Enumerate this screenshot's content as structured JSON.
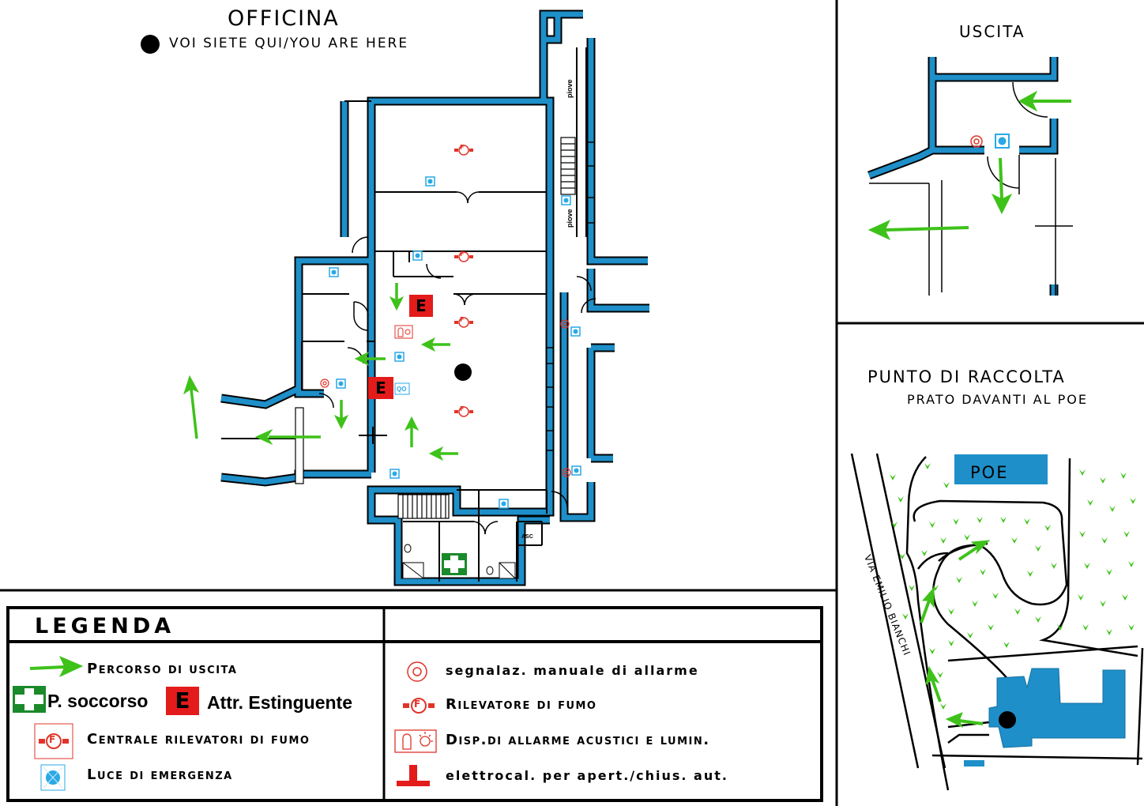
{
  "officina": {
    "title": "OFFICINA",
    "here_label": "VOI SIETE QUI/YOU ARE HERE",
    "piove_1": "piove",
    "piove_2": "piove",
    "asc": "ASC",
    "qo": "QO"
  },
  "uscita": {
    "title": "USCITA"
  },
  "raccolta": {
    "title": "PUNTO DI RACCOLTA",
    "subtitle": "PRATO DAVANTI AL POE",
    "building": "POE",
    "road": "VIA EMILIO BIANCHI"
  },
  "legend": {
    "title": "LEGENDA",
    "exit_path": "Percorso di uscita",
    "first_aid": "P. soccorso",
    "extinguisher": "Attr. Estinguente",
    "extinguisher_letter": "E",
    "smoke_central": "Centrale rilevatori di fumo",
    "emergency_light": "Luce di emergenza",
    "manual_alarm": "segnalaz. manuale di allarme",
    "smoke_detector": "Rilevatore di fumo",
    "alarm_devices": "Disp.di allarme acustici e lumin.",
    "door_magnet": "elettrocal. per apert./chius. aut."
  },
  "colors": {
    "wall": "#1e8fc9",
    "arrow": "#3ec21a",
    "extinguisher": "#e31b1b",
    "first_aid": "#1a8a2a",
    "detector": "#e0342a",
    "emergency_light": "#29a9e6"
  }
}
